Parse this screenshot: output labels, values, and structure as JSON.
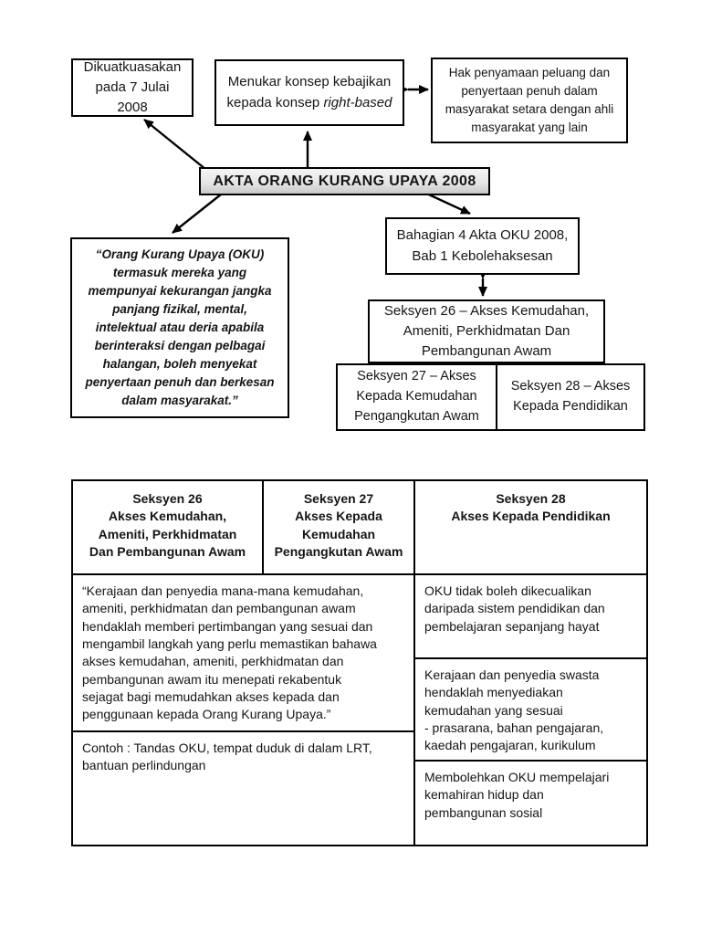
{
  "colors": {
    "border": "#000000",
    "text": "#151515",
    "title_box_fill_top": "#f4f4f4",
    "title_box_fill_bottom": "#c9c9c9"
  },
  "diagram": {
    "enforced_box": {
      "text": "Dikuatkuasakan\npada 7 Julai 2008"
    },
    "concept_box": {
      "text_normal": "Menukar konsep kebajikan kepada konsep ",
      "text_italic": "right-based"
    },
    "rights_box": {
      "text": "Hak penyamaan peluang dan\npenyertaan penuh dalam\nmasyarakat setara dengan ahli\nmasyarakat yang lain"
    },
    "title_box": {
      "text": "AKTA ORANG KURANG UPAYA 2008"
    },
    "definition_box": {
      "text": "“Orang Kurang Upaya (OKU)\ntermasuk mereka yang\nmempunyai kekurangan jangka\npanjang fizikal, mental,\nintelektual atau deria apabila\nberinteraksi dengan pelbagai\nhalangan, boleh menyekat\npenyertaan penuh dan berkesan\ndalam masyarakat.”"
    },
    "bahagian_box": {
      "text": "Bahagian 4 Akta OKU 2008,\nBab 1 Kebolehaksesan"
    },
    "seksyen26_box": {
      "text": "Seksyen 26 – Akses Kemudahan,\nAmeniti, Perkhidmatan Dan\nPembangunan Awam"
    },
    "seksyen27_box": {
      "text": "Seksyen 27 – Akses\nKepada Kemudahan\nPengangkutan Awam"
    },
    "seksyen28_box": {
      "text": "Seksyen 28 – Akses\nKepada Pendidikan"
    }
  },
  "table": {
    "headers": [
      "Seksyen 26\nAkses Kemudahan,\nAmeniti, Perkhidmatan\nDan Pembangunan Awam",
      "Seksyen 27\nAkses Kepada\nKemudahan\nPengangkutan Awam",
      "Seksyen 28\nAkses Kepada Pendidikan"
    ],
    "cells": {
      "s26_27_body": "“Kerajaan dan penyedia mana-mana kemudahan,\nameniti, perkhidmatan dan pembangunan awam\nhendaklah memberi pertimbangan yang sesuai dan\nmengambil langkah yang perlu memastikan bahawa\nakses kemudahan, ameniti, perkhidmatan dan\npembangunan awam itu menepati rekabentuk\nsejagat bagi memudahkan akses kepada dan\npenggunaan kepada Orang Kurang Upaya.”",
      "s26_27_contoh": "Contoh : Tandas OKU, tempat duduk di dalam LRT,\nbantuan perlindungan",
      "s28_row1": "OKU tidak boleh dikecualikan\ndaripada sistem pendidikan dan\npembelajaran sepanjang hayat",
      "s28_row2": "Kerajaan dan penyedia swasta\nhendaklah menyediakan\nkemudahan yang sesuai\n- prasarana, bahan pengajaran,\nkaedah pengajaran, kurikulum",
      "s28_row3": "Membolehkan OKU mempelajari\nkemahiran hidup dan\npembangunan sosial"
    }
  }
}
